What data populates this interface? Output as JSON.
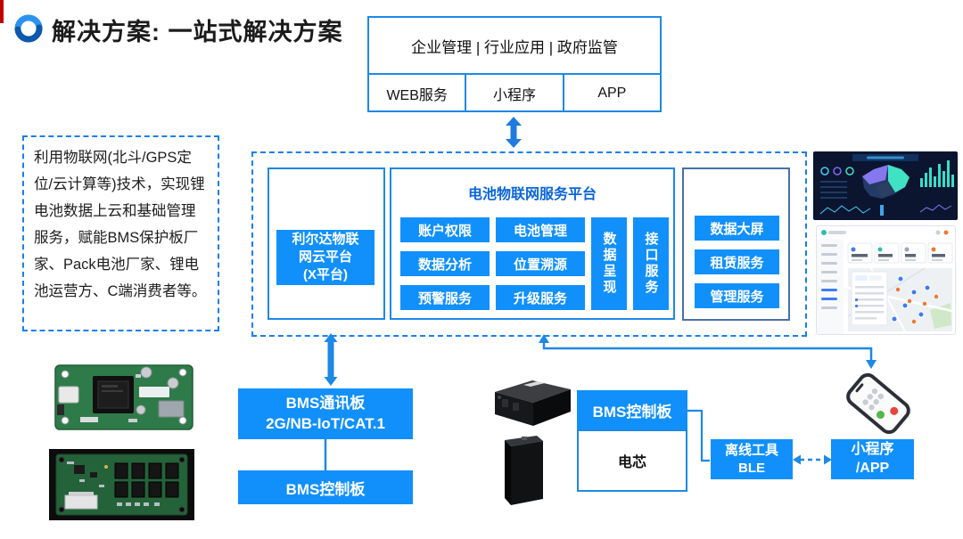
{
  "slide": {
    "title": "解决方案: 一站式解决方案"
  },
  "top_box": {
    "header": "企业管理 | 行业应用 | 政府监管",
    "cells": [
      "WEB服务",
      "小程序",
      "APP"
    ]
  },
  "left_note": {
    "text": "利用物联网(北斗/GPS定位/云计算等)技术，实现锂电池数据上云和基础管理服务，赋能BMS保护板厂家、Pack电池厂家、锂电池运营方、C端消费者等。"
  },
  "cloud": {
    "x_platform": "利尔达物联\n网云平台\n(X平台)",
    "service_platform_title": "电池物联网服务平台",
    "services_col1": [
      "账户权限",
      "数据分析",
      "预警服务"
    ],
    "services_col2": [
      "电池管理",
      "位置溯源",
      "升级服务"
    ],
    "services_vertical": [
      "数据呈现",
      "接口服务"
    ],
    "right_services": [
      "数据大屏",
      "租赁服务",
      "管理服务"
    ]
  },
  "hardware": {
    "comm_board": "BMS通讯板\n2G/NB-IoT/CAT.1",
    "control_board": "BMS控制板",
    "pack_header": "BMS控制板",
    "pack_cell": "电芯",
    "offline_tool": "离线工具\nBLE",
    "mini_app": "小程序\n/APP"
  },
  "icons": {
    "logo": "lierda-ring-logo",
    "screens": [
      "iot-big-data-dashboard",
      "battery-management-console"
    ],
    "photos": [
      "bms-comm-board-photo",
      "bms-control-board-photo",
      "battery-pack-photo",
      "battery-cell-photo",
      "smartphone-illustration"
    ]
  },
  "colors": {
    "primary_blue": "#1190fb",
    "border_blue": "#1e88e5",
    "dashed_blue": "#1a7ff0",
    "platform_title_blue": "#0a65d8",
    "right_box_border": "#4a6fa5",
    "title_text": "#1b1b1b",
    "accent_red": "#c00000"
  }
}
